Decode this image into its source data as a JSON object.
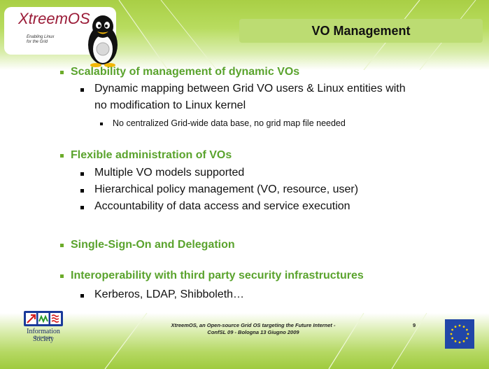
{
  "slide": {
    "title": "VO Management",
    "logo": {
      "brand": "XtreemOS",
      "tagline_line1": "Enabling Linux",
      "tagline_line2": "for the Grid"
    },
    "bullets": [
      {
        "level": 1,
        "text": "Scalability of management of dynamic VOs"
      },
      {
        "level": 2,
        "text": "Dynamic mapping between Grid VO users & Linux entities with"
      },
      {
        "level": 2,
        "text": "no modification to Linux kernel",
        "continuation": true
      },
      {
        "level": 3,
        "text": "No centralized Grid-wide data base, no grid map file needed"
      },
      {
        "level": 1,
        "text": "Flexible administration of VOs"
      },
      {
        "level": 2,
        "text": "Multiple VO models supported"
      },
      {
        "level": 2,
        "text": "Hierarchical policy management (VO, resource, user)"
      },
      {
        "level": 2,
        "text": "Accountability of data access and service execution"
      },
      {
        "level": 1,
        "text": "Single-Sign-On and Delegation"
      },
      {
        "level": 1,
        "text": "Interoperability with third party security infrastructures"
      },
      {
        "level": 2,
        "text": "Kerberos, LDAP, Shibboleth…"
      }
    ],
    "footer": {
      "line1": "XtreemOS, an Open-source Grid OS targeting the Future Internet -",
      "line2": "ConfSL 09 - Bologna 13 Giugno 2009",
      "page_number": "9",
      "left_logo_text": "Information Society",
      "left_logo_subtext": "Technologies"
    },
    "colors": {
      "accent_green": "#5aa32d",
      "header_green": "#a9cf45",
      "brand_red": "#9b1c38",
      "eu_blue": "#2146a8"
    }
  }
}
